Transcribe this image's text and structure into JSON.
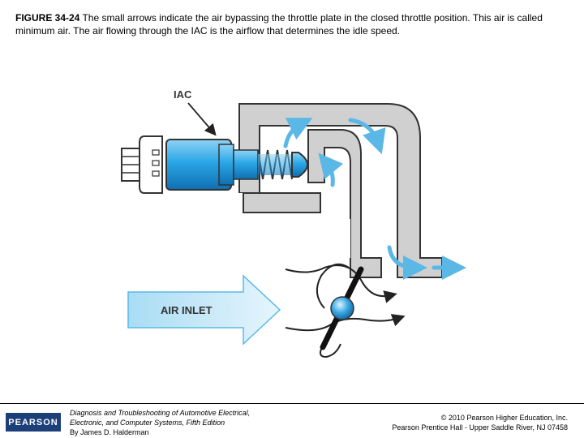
{
  "caption": {
    "figure_label": "FIGURE 34-24",
    "text": " The small arrows indicate the air bypassing the throttle plate in the closed throttle position. This air is called minimum air. The air flowing through the IAC is the airflow that determines the idle speed."
  },
  "diagram": {
    "iac_label": "IAC",
    "inlet_label": "AIR INLET",
    "colors": {
      "air_blue": "#5bb8e6",
      "body_grey": "#cfcfcf",
      "outline": "#333333"
    }
  },
  "footer": {
    "logo_text": "PEARSON",
    "book_line1": "Diagnosis and Troubleshooting of Automotive Electrical,",
    "book_line2": "Electronic, and Computer Systems, Fifth Edition",
    "book_line3": "By James D. Halderman",
    "copyright_line1": "© 2010 Pearson Higher Education, Inc.",
    "copyright_line2": "Pearson Prentice Hall - Upper Saddle River, NJ 07458"
  }
}
